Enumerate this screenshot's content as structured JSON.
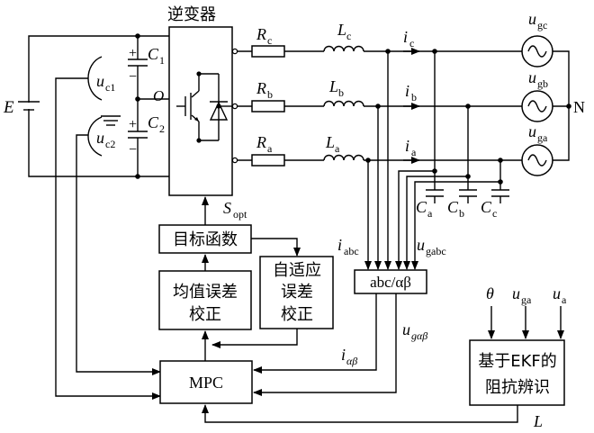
{
  "inverter": {
    "title": "逆变器",
    "sopt_main": "S",
    "sopt_sub": "opt"
  },
  "dc": {
    "E": "E",
    "C1": "C",
    "C1_sub": "1",
    "C2": "C",
    "C2_sub": "2",
    "O": "O",
    "uc1": "u",
    "uc1_sub": "c1",
    "uc2": "u",
    "uc2_sub": "c2",
    "plus": "+",
    "minus": "−"
  },
  "phases": [
    {
      "R": "R",
      "R_sub": "c",
      "L": "L",
      "L_sub": "c",
      "i": "i",
      "i_sub": "c",
      "u": "u",
      "u_sub": "gc"
    },
    {
      "R": "R",
      "R_sub": "b",
      "L": "L",
      "L_sub": "b",
      "i": "i",
      "i_sub": "b",
      "u": "u",
      "u_sub": "gb"
    },
    {
      "R": "R",
      "R_sub": "a",
      "L": "L",
      "L_sub": "a",
      "i": "i",
      "i_sub": "a",
      "u": "u",
      "u_sub": "ga"
    }
  ],
  "neutral": "N",
  "caps": [
    {
      "C": "C",
      "sub": "a"
    },
    {
      "C": "C",
      "sub": "b"
    },
    {
      "C": "C",
      "sub": "c"
    }
  ],
  "signals": {
    "iabc": "i",
    "iabc_sub": "abc",
    "ugabc": "u",
    "ugabc_sub": "gabc",
    "ialpha": "i",
    "ialpha_sub": "αβ",
    "ugalpha": "u",
    "ugalpha_sub": "gαβ",
    "theta": "θ",
    "uga": "u",
    "uga_sub": "ga",
    "ua": "u",
    "ua_sub": "a",
    "L": "L"
  },
  "blocks": {
    "objective": "目标函数",
    "mean_line1": "均值误差",
    "mean_line2": "校正",
    "adaptive_line1": "自适应",
    "adaptive_line2": "误差",
    "adaptive_line3": "校正",
    "transform": "abc/αβ",
    "mpc": "MPC",
    "ekf_line1": "基于EKF的",
    "ekf_line2": "阻抗辨识"
  }
}
